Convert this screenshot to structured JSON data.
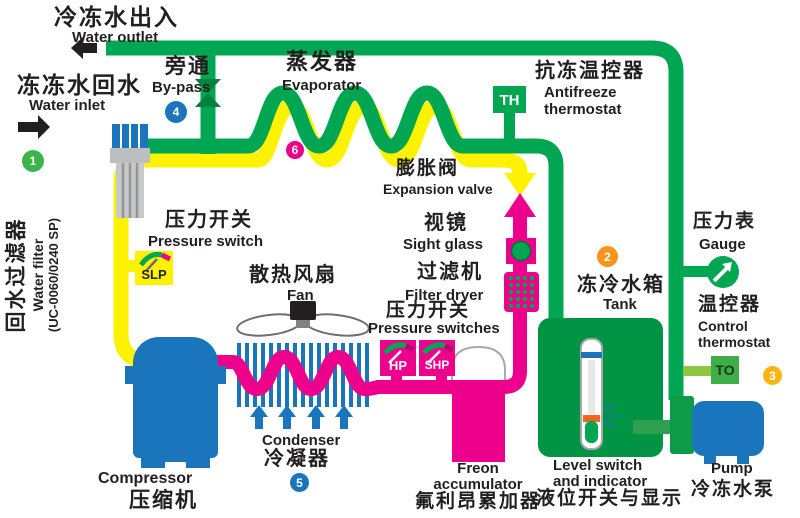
{
  "colors": {
    "water_pipe_green": "#00A651",
    "suction_yellow": "#FFF200",
    "discharge_magenta": "#EC008C",
    "equipment_blue": "#1B75BC",
    "tank_green": "#009444",
    "light_green": "#8DC63F",
    "to_box_green": "#3FAE49",
    "marker_green": "#39B54A",
    "marker_orange": "#F7941D",
    "marker_yellow": "#FDB515",
    "text_dark": "#231F20"
  },
  "components": {
    "water_outlet": {
      "cn": "冷冻水出入",
      "en": "Water outlet"
    },
    "water_inlet": {
      "cn": "冻冻水回水",
      "en": "Water inlet",
      "marker": "1"
    },
    "return_water_filter": {
      "cn": "回水过滤器",
      "en": "Water filter",
      "model": "(UC-0060/0240 SP)"
    },
    "bypass": {
      "cn": "旁通",
      "en": "By-pass",
      "marker": "4"
    },
    "evaporator": {
      "cn": "蒸发器",
      "en": "Evaporator",
      "marker": "6"
    },
    "antifreeze_thermostat": {
      "cn": "抗冻温控器",
      "en_line1": "Antifreeze",
      "en_line2": "thermostat",
      "tag": "TH"
    },
    "expansion_valve": {
      "cn": "膨胀阀",
      "en": "Expansion valve"
    },
    "low_pressure_switch": {
      "cn": "压力开关",
      "en": "Pressure switch",
      "tag": "SLP"
    },
    "fan": {
      "cn": "散热风扇",
      "en": "Fan"
    },
    "sight_glass": {
      "cn": "视镜",
      "en": "Sight glass"
    },
    "filter_dryer": {
      "cn": "过滤机",
      "en": "Filter dryer"
    },
    "high_pressure_switches": {
      "cn": "压力开关",
      "en": "Pressure switches",
      "tag1": "HP",
      "tag2": "SHP"
    },
    "gauge": {
      "cn": "压力表",
      "en": "Gauge"
    },
    "tank": {
      "cn": "冻冷水箱",
      "en": "Tank",
      "marker": "2"
    },
    "control_thermostat": {
      "cn": "温控器",
      "en_line1": "Control",
      "en_line2": "thermostat",
      "tag": "TO",
      "marker": "3"
    },
    "condenser": {
      "cn": "冷凝器",
      "en": "Condenser",
      "marker": "5"
    },
    "compressor": {
      "cn": "压缩机",
      "en": "Compressor"
    },
    "freon_accumulator": {
      "cn": "氟利昂累加器",
      "en_line1": "Freon",
      "en_line2": "accumulator"
    },
    "level_switch": {
      "cn": "液位开关与显示",
      "en_line1": "Level switch",
      "en_line2": "and indicator"
    },
    "pump": {
      "cn": "冷冻水泵",
      "en": "Pump"
    }
  }
}
